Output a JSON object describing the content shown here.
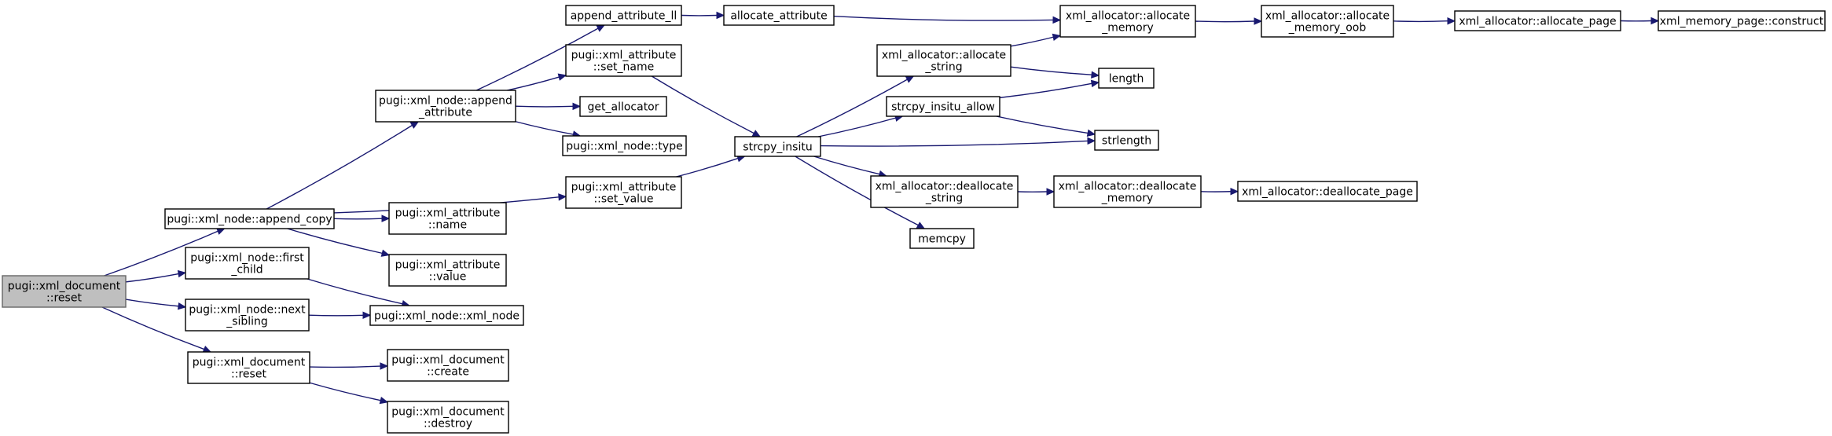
{
  "colors": {
    "edge": "#191970",
    "root_fill": "#bfbfbf",
    "node_fill": "#ffffff"
  },
  "nodes": {
    "root": {
      "lines": [
        "pugi::xml_document",
        "::reset"
      ]
    },
    "appcopy": {
      "lines": [
        "pugi::xml_node::append_copy"
      ]
    },
    "firstch": {
      "lines": [
        "pugi::xml_node::first",
        "_child"
      ]
    },
    "nextsib": {
      "lines": [
        "pugi::xml_node::next",
        "_sibling"
      ]
    },
    "docreset": {
      "lines": [
        "pugi::xml_document",
        "::reset"
      ]
    },
    "appattr": {
      "lines": [
        "pugi::xml_node::append",
        "_attribute"
      ]
    },
    "attrname": {
      "lines": [
        "pugi::xml_attribute",
        "::name"
      ]
    },
    "attrvalue": {
      "lines": [
        "pugi::xml_attribute",
        "::value"
      ]
    },
    "xmlnode": {
      "lines": [
        "pugi::xml_node::xml_node"
      ]
    },
    "create": {
      "lines": [
        "pugi::xml_document",
        "::create"
      ]
    },
    "destroy": {
      "lines": [
        "pugi::xml_document",
        "::destroy"
      ]
    },
    "appll": {
      "lines": [
        "append_attribute_ll"
      ]
    },
    "setname": {
      "lines": [
        "pugi::xml_attribute",
        "::set_name"
      ]
    },
    "getalloc": {
      "lines": [
        "get_allocator"
      ]
    },
    "nodetype": {
      "lines": [
        "pugi::xml_node::type"
      ]
    },
    "setvalue": {
      "lines": [
        "pugi::xml_attribute",
        "::set_value"
      ]
    },
    "allocattr": {
      "lines": [
        "allocate_attribute"
      ]
    },
    "insitu": {
      "lines": [
        "strcpy_insitu"
      ]
    },
    "allocstr": {
      "lines": [
        "xml_allocator::allocate",
        "_string"
      ]
    },
    "allowfn": {
      "lines": [
        "strcpy_insitu_allow"
      ]
    },
    "deallocstr": {
      "lines": [
        "xml_allocator::deallocate",
        "_string"
      ]
    },
    "memcpy": {
      "lines": [
        "memcpy"
      ]
    },
    "allocmem": {
      "lines": [
        "xml_allocator::allocate",
        "_memory"
      ]
    },
    "length": {
      "lines": [
        "length"
      ]
    },
    "strlength": {
      "lines": [
        "strlength"
      ]
    },
    "deallocmem": {
      "lines": [
        "xml_allocator::deallocate",
        "_memory"
      ]
    },
    "allocoob": {
      "lines": [
        "xml_allocator::allocate",
        "_memory_oob"
      ]
    },
    "deallocpage": {
      "lines": [
        "xml_allocator::deallocate_page"
      ]
    },
    "allocpage": {
      "lines": [
        "xml_allocator::allocate_page"
      ]
    },
    "construct": {
      "lines": [
        "xml_memory_page::construct"
      ]
    }
  }
}
